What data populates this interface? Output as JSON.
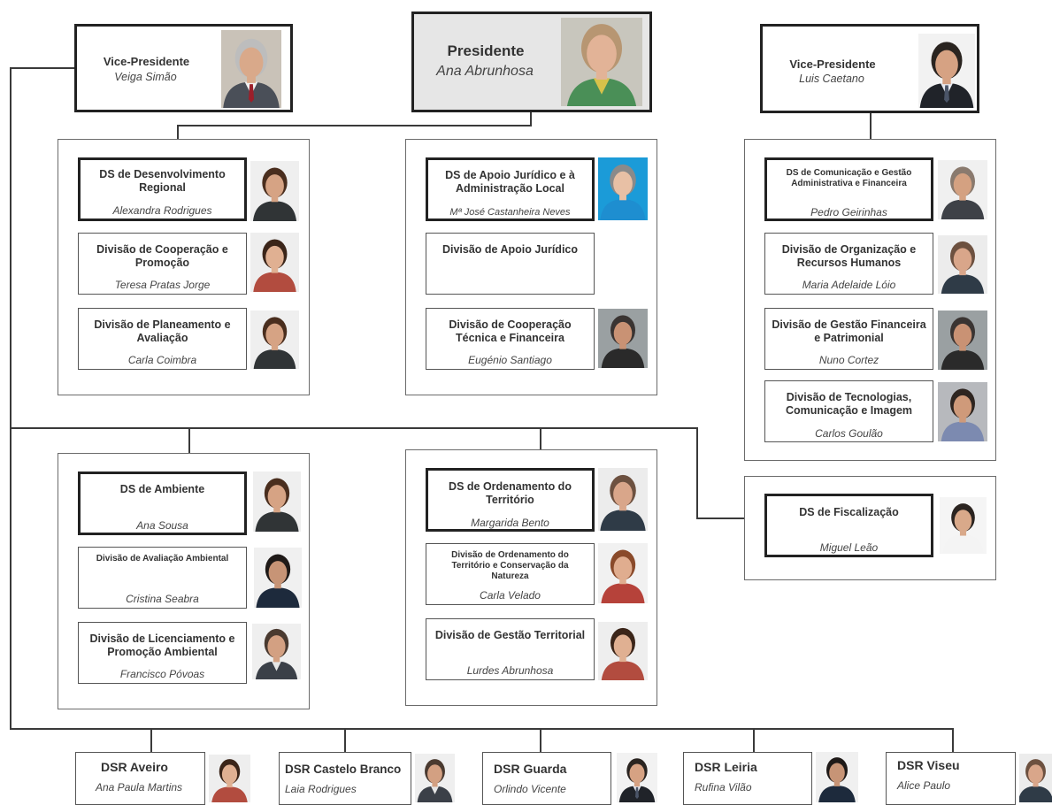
{
  "top": {
    "president": {
      "title": "Presidente",
      "name": "Ana Abrunhosa"
    },
    "vp_left": {
      "title": "Vice-Presidente",
      "name": "Veiga  Simão"
    },
    "vp_right": {
      "title": "Vice-Presidente",
      "name": "Luis Caetano"
    }
  },
  "group_desenvolvimento": {
    "head": {
      "title": "DS de Desenvolvimento Regional",
      "name": "Alexandra Rodrigues"
    },
    "div1": {
      "title": "Divisão de Cooperação e Promoção",
      "name": "Teresa Pratas Jorge"
    },
    "div2": {
      "title": "Divisão de Planeamento e Avaliação",
      "name": "Carla Coimbra"
    }
  },
  "group_juridico": {
    "head": {
      "title": "DS de Apoio Jurídico e à Administração Local",
      "name": "Mª José Castanheira Neves"
    },
    "div1": {
      "title": "Divisão de Apoio Jurídico",
      "name": ""
    },
    "div2": {
      "title": "Divisão de Cooperação Técnica e Financeira",
      "name": "Eugénio Santiago"
    }
  },
  "group_comunicacao": {
    "head": {
      "title": "DS de Comunicação  e Gestão Administrativa e Financeira",
      "name": "Pedro Geirinhas"
    },
    "div1": {
      "title": "Divisão de Organização e Recursos Humanos",
      "name": "Maria Adelaide Lóio"
    },
    "div2": {
      "title": "Divisão de Gestão Financeira e Patrimonial",
      "name": "Nuno Cortez"
    },
    "div3": {
      "title": "Divisão de Tecnologias, Comunicação e Imagem",
      "name": "Carlos  Goulão"
    }
  },
  "group_ambiente": {
    "head": {
      "title": "DS de Ambiente",
      "name": "Ana Sousa"
    },
    "div1": {
      "title": "Divisão de Avaliação Ambiental",
      "name": "Cristina Seabra"
    },
    "div2": {
      "title": "Divisão de Licenciamento e Promoção Ambiental",
      "name": "Francisco Póvoas"
    }
  },
  "group_ordenamento": {
    "head": {
      "title": "DS de Ordenamento do Território",
      "name": "Margarida Bento"
    },
    "div1": {
      "title": "Divisão de Ordenamento do Território e Conservação da Natureza",
      "name": "Carla Velado"
    },
    "div2": {
      "title": "Divisão de Gestão Territorial",
      "name": "Lurdes Abrunhosa"
    }
  },
  "group_fiscalizacao": {
    "head": {
      "title": "DS de Fiscalização",
      "name": "Miguel Leão"
    }
  },
  "regional": [
    {
      "title": "DSR Aveiro",
      "name": "Ana Paula Martins"
    },
    {
      "title": "DSR Castelo Branco",
      "name": "Laia Rodrigues"
    },
    {
      "title": "DSR Guarda",
      "name": "Orlindo Vicente"
    },
    {
      "title": "DSR Leiria",
      "name": "Rufina Vilão"
    },
    {
      "title": "DSR Viseu",
      "name": "Alice Paulo"
    }
  ],
  "colors": {
    "line": "#3a3a3a",
    "box_border": "#555555",
    "president_bg": "#e6e6e6"
  }
}
